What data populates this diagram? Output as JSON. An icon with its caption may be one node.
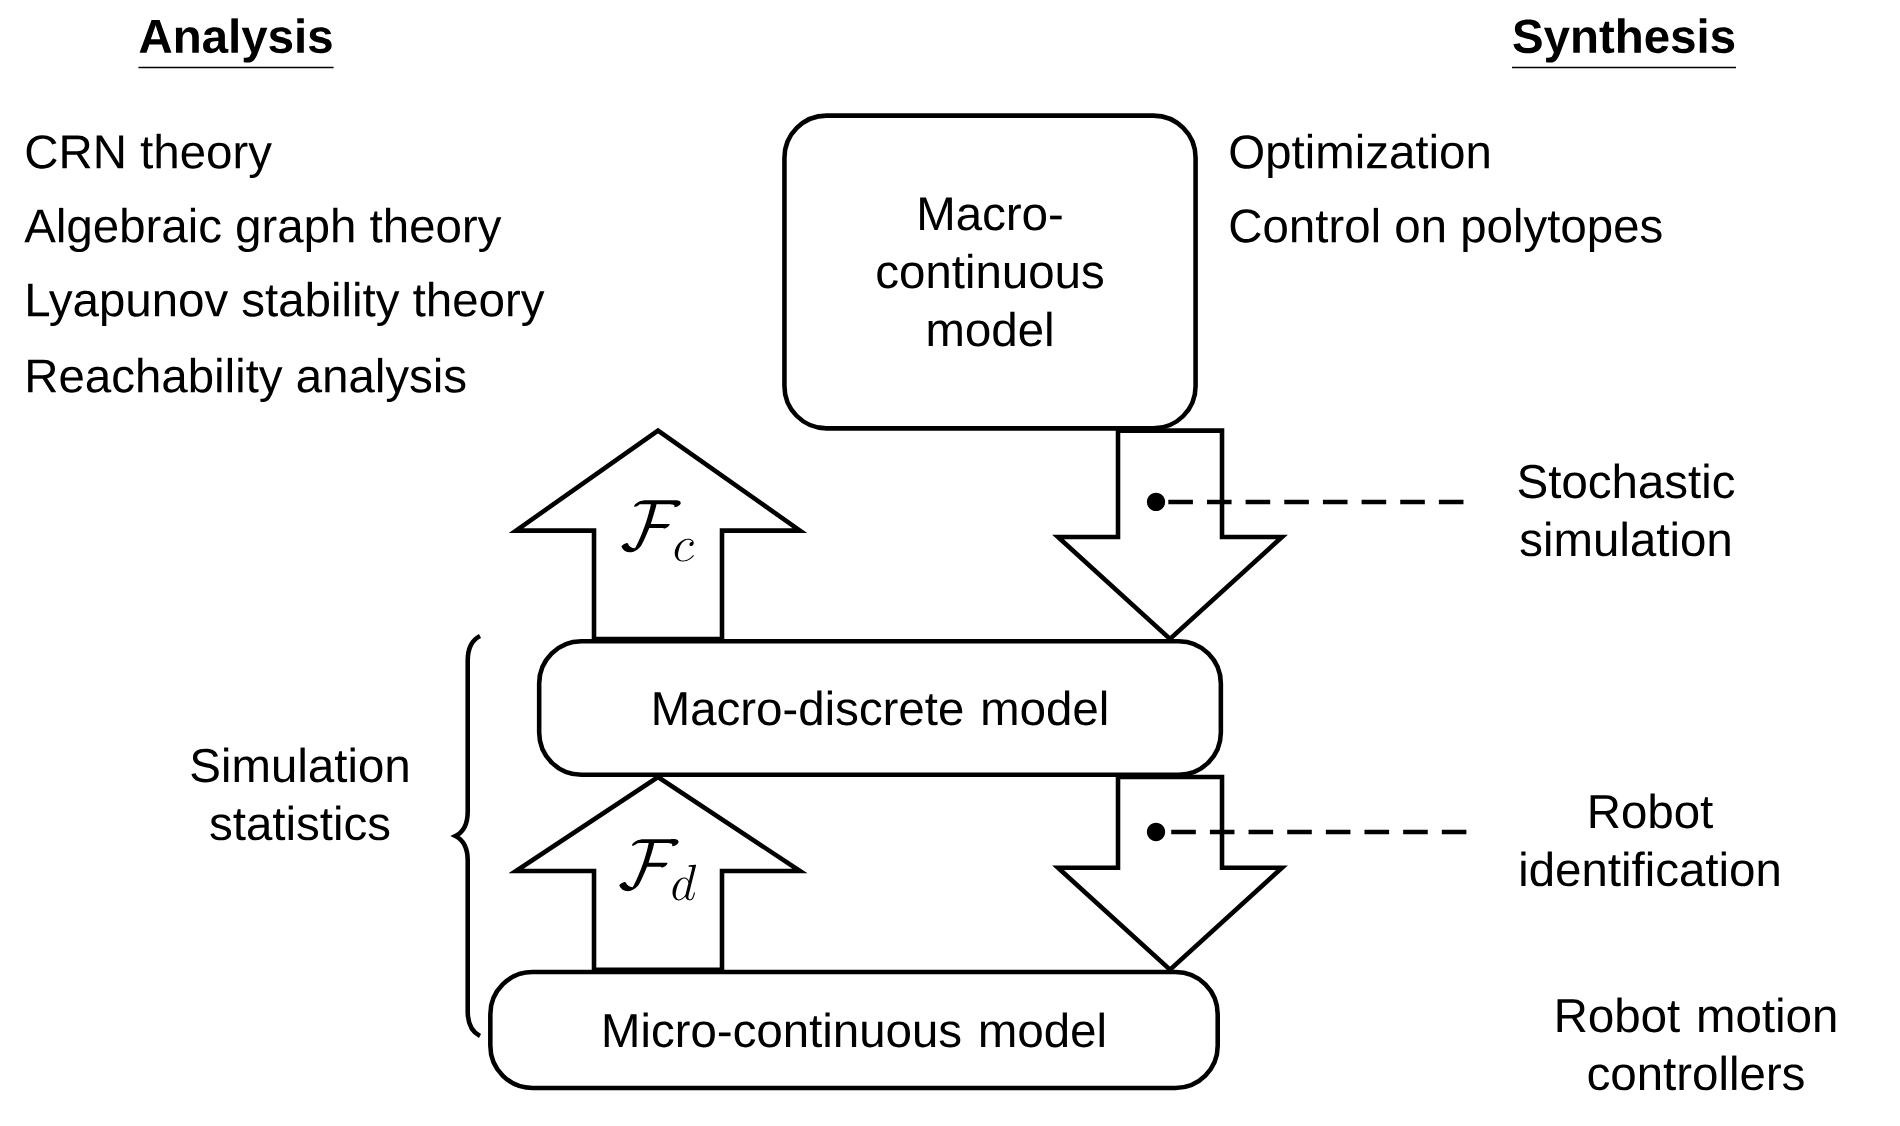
{
  "diagram": {
    "nodes": [
      {
        "text": [
          "Macro-continuous model"
        ]
      },
      {
        "text": [
          "Macro-discrete model"
        ]
      },
      {
        "text": [
          "Micro-continuous model"
        ]
      },
      {
        "text": [
          "Stochastic simulation"
        ]
      },
      {
        "text": [
          "Robot identification"
        ]
      }
    ],
    "edges": [
      {
        "from": 1,
        "to": 0,
        "arrow": "to",
        "label": "\\mathcal{F}_c"
      },
      {
        "from": 0,
        "to": 1,
        "arrow": "to"
      },
      {
        "from": 2,
        "to": 1,
        "arrow": "to",
        "label": "\\mathcal{F}_d"
      },
      {
        "from": 1,
        "to": 2,
        "arrow": "to"
      },
      {
        "from": 3,
        "to": null,
        "arrow": "other",
        "style": "dashed"
      },
      {
        "from": 4,
        "to": null,
        "arrow": "other",
        "style": "dashed"
      }
    ],
    "labels": [
      "Analysis",
      "Synthesis",
      "CRN theory",
      "Optimization",
      "Algebraic graph theory",
      "Control on polytopes",
      "Lyapunov stability theory",
      "Reachability analysis",
      "Simulation statistics",
      "Robot motion controllers"
    ]
  }
}
